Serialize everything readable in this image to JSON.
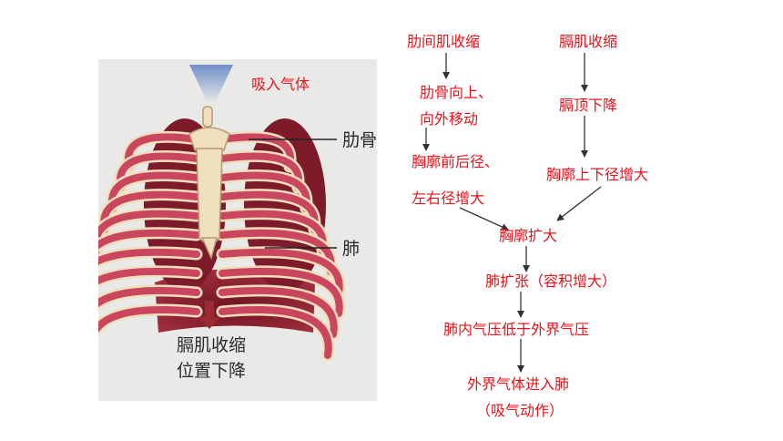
{
  "diagram": {
    "inhale_label": "吸入气体",
    "rib_label": "肋骨",
    "lung_label": "肺",
    "diaphragm_caption": [
      "膈肌收缩",
      "位置下降"
    ]
  },
  "flow": {
    "left_col": [
      "肋间肌收缩",
      "肋骨向上、",
      "向外移动",
      "胸廓前后径、",
      "左右径增大"
    ],
    "right_col": [
      "膈肌收缩",
      "膈顶下降",
      "胸廓上下径增大"
    ],
    "center_col": [
      "胸廓扩大",
      "肺扩张（容积增大）",
      "肺内气压低于外界气压",
      "外界气体进入肺",
      "（吸气动作）"
    ]
  },
  "colors": {
    "flow_text": "#e8141b",
    "arrow": "#333333",
    "rib": "#c9465e",
    "bone": "#f0dfbc",
    "lung": "#8e1f2e"
  }
}
